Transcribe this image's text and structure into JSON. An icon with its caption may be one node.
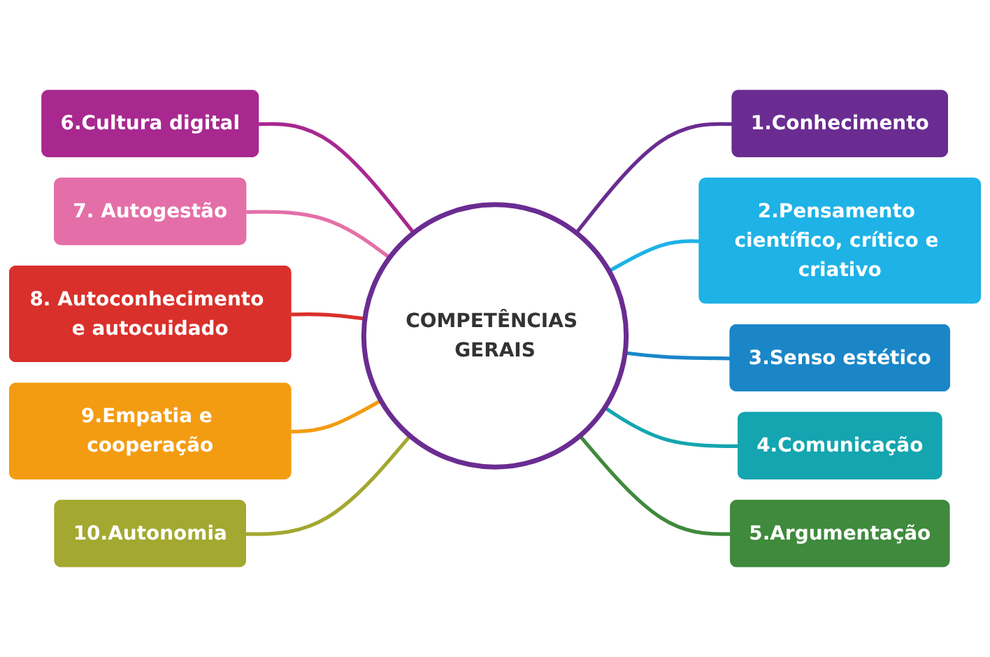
{
  "diagram": {
    "nodes": [
      {
        "text": [
          "COMPETÊNCIAS GERAIS"
        ]
      },
      {
        "text": [
          "1.Conhecimento"
        ]
      },
      {
        "text": [
          "2.Pensamento científico, crítico e criativo"
        ]
      },
      {
        "text": [
          "3.Senso estético"
        ]
      },
      {
        "text": [
          "4.Comunicação"
        ]
      },
      {
        "text": [
          "5.Argumentação"
        ]
      },
      {
        "text": [
          "6.Cultura digital"
        ]
      },
      {
        "text": [
          "7. Autogestão"
        ]
      },
      {
        "text": [
          "8. Autoconhecimento e autocuidado"
        ]
      },
      {
        "text": [
          "9.Empatia e cooperação"
        ]
      },
      {
        "text": [
          "10.Autonomia"
        ]
      }
    ],
    "edges": [
      {
        "from": 0,
        "to": 1,
        "arrow": "none",
        "color": "#6a2c91"
      },
      {
        "from": 0,
        "to": 2,
        "arrow": "none",
        "color": "#1eb2e6"
      },
      {
        "from": 0,
        "to": 3,
        "arrow": "none",
        "color": "#1a86c8"
      },
      {
        "from": 0,
        "to": 4,
        "arrow": "none",
        "color": "#14a5b0"
      },
      {
        "from": 0,
        "to": 5,
        "arrow": "none",
        "color": "#3f8a3c"
      },
      {
        "from": 0,
        "to": 6,
        "arrow": "none",
        "color": "#a8288f"
      },
      {
        "from": 0,
        "to": 7,
        "arrow": "none",
        "color": "#e46fa8"
      },
      {
        "from": 0,
        "to": 8,
        "arrow": "none",
        "color": "#d9302b"
      },
      {
        "from": 0,
        "to": 9,
        "arrow": "none",
        "color": "#f39c12"
      },
      {
        "from": 0,
        "to": 10,
        "arrow": "none",
        "color": "#a3a830"
      }
    ]
  }
}
